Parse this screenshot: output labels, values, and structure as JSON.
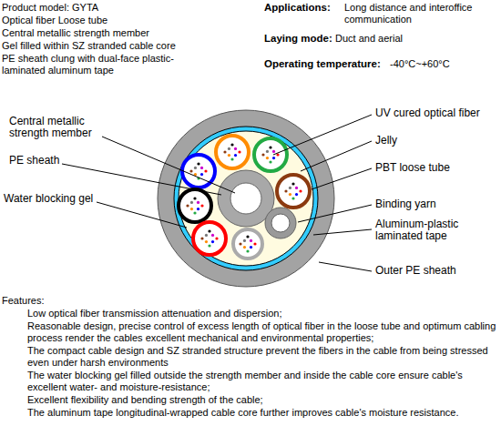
{
  "diagram": {
    "labels": [
      "Product model: GYTA",
      "Optical fiber Loose tube",
      "Central metallic strength member",
      "Gel filled within SZ stranded cable core",
      "PE sheath clung with dual-face plastic-laminated aluminum tape",
      "Applications:",
      "Long distance and interoffice communication",
      "Laying mode:",
      "Duct and aerial",
      "Operating temperature:",
      "-40°C~+60°C",
      "Central metallic strength member",
      "PE sheath",
      "Water blocking gel",
      "UV cured optical fiber",
      "Jelly",
      "PBT loose tube",
      "Binding yarn",
      "Aluminum-plastic laminated tape",
      "Outer PE sheath",
      "Features:",
      "Low optical fiber transmission attenuation and dispersion;",
      "Reasonable  design, precise control of excess length of optical fiber in the loose tube and optimum cabling process render the cables  excellent mechanical and environmental  properties;",
      "The compact cable design and SZ stranded structure prevent the fibers in the cable from being stressed even under harsh environments",
      "The water blocking gel filled outside the strength member and inside the cable core ensure cable's excellent water- and moisture-resistance;",
      "Excellent flexibility and bending strength of the cable;",
      "The aluminum tape longitudinal-wrapped cable core further improves cable's moisture resistance."
    ]
  }
}
